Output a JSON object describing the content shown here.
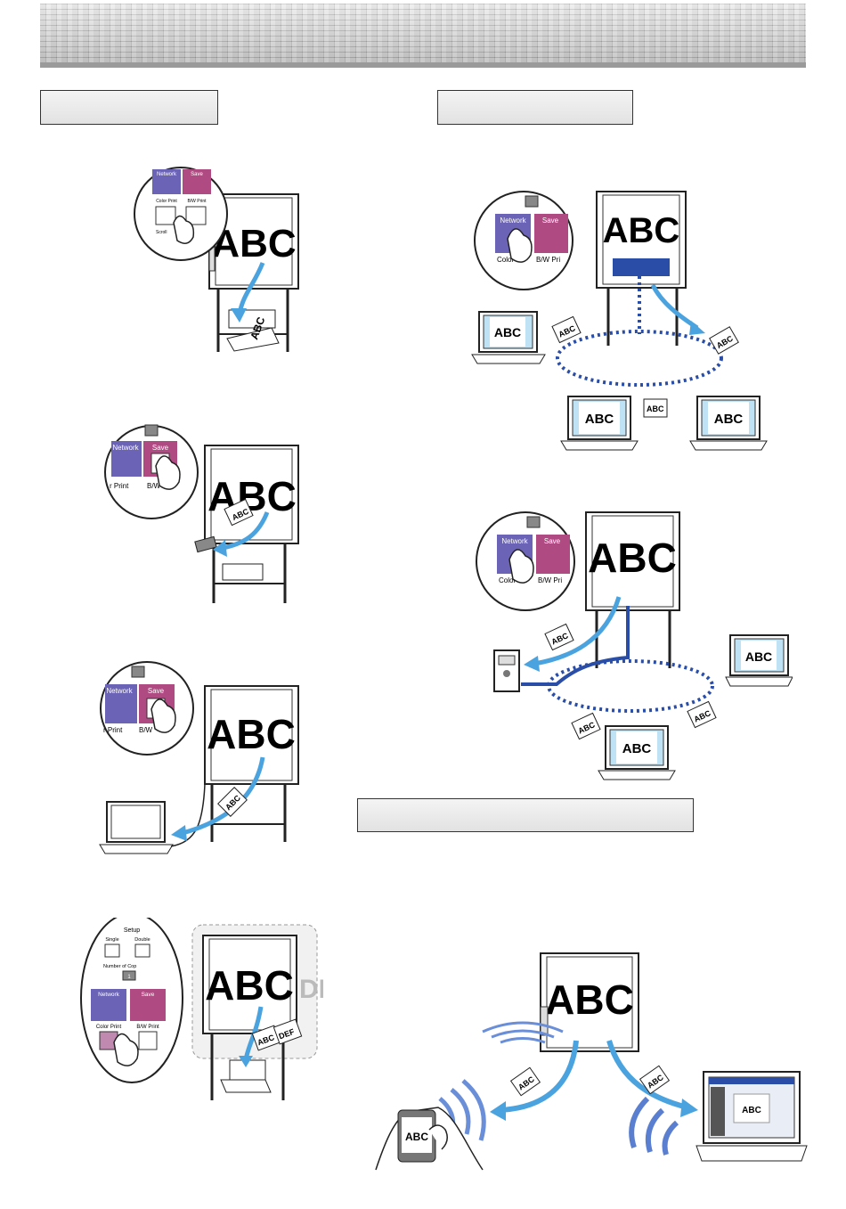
{
  "page": {
    "banner_name": "header-banner",
    "section_boxes": [
      {
        "name": "section-label-left"
      },
      {
        "name": "section-label-right"
      },
      {
        "name": "section-label-wireless"
      }
    ]
  },
  "board_text": "ABC",
  "doc_text": "ABC",
  "doc_text_2": "DEF",
  "panel": {
    "network": "Network",
    "save": "Save",
    "color_print": "Color Print",
    "bw_print": "B/W Print",
    "color": "Color",
    "bw_short": "B/W",
    "bw_pri": "B/W Pri",
    "print_fragment": "r Print",
    "scroll": "Scroll",
    "setup": "Setup",
    "single": "Single",
    "double": "Double",
    "number_of_copies": "Number of Cop",
    "copies": "1"
  },
  "colors": {
    "arrow": "#4aa3df",
    "network_line": "#2a4ea8",
    "network_btn": "#6b63b5",
    "save_btn": "#b04a82",
    "screen": "#bfe3f5"
  }
}
